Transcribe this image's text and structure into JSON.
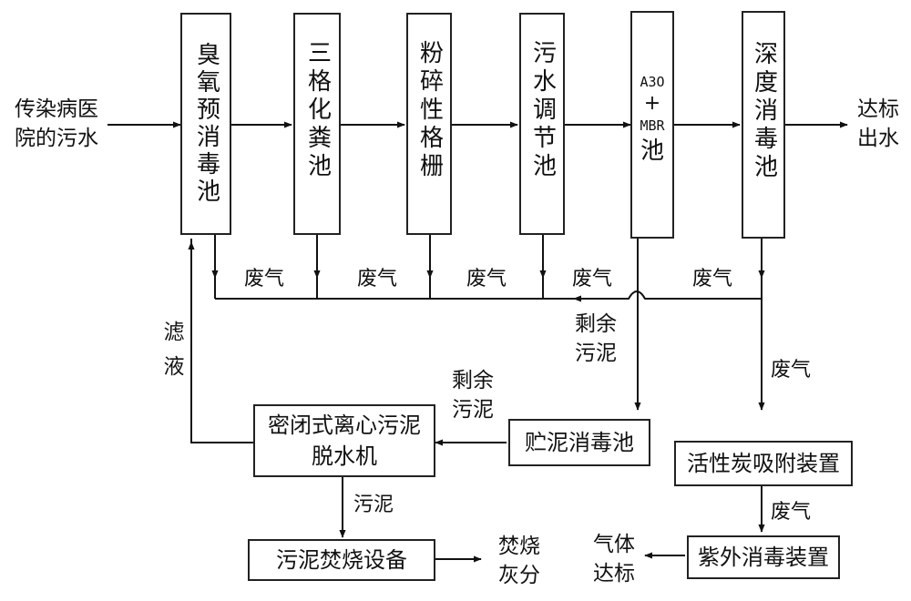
{
  "inputs": {
    "source": [
      "传染病医",
      "院的污水"
    ],
    "outlet": [
      "达标",
      "出水"
    ]
  },
  "units": {
    "ozone": "臭氧预消毒池",
    "septic": "三格化粪池",
    "grille": "粉碎性格栅",
    "regulating": "污水调节池",
    "ao_top": "A3O",
    "ao_plus": "+",
    "ao_mbr": "MBR",
    "ao_pool": "池",
    "deep": "深度消毒池",
    "sludge_tank": "贮泥消毒池",
    "dewater": [
      "密闭式离心污泥",
      "脱水机"
    ],
    "incinerator": "污泥焚烧设备",
    "carbon": "活性炭吸附装置",
    "uv": "紫外消毒装置"
  },
  "labels": {
    "waste_gas": "废气",
    "filtrate": [
      "滤",
      "液"
    ],
    "excess_sludge": [
      "剩余",
      "污泥"
    ],
    "sludge": "污泥",
    "ash": [
      "焚烧",
      "灰分"
    ],
    "gas_ok": [
      "气体",
      "达标"
    ]
  }
}
